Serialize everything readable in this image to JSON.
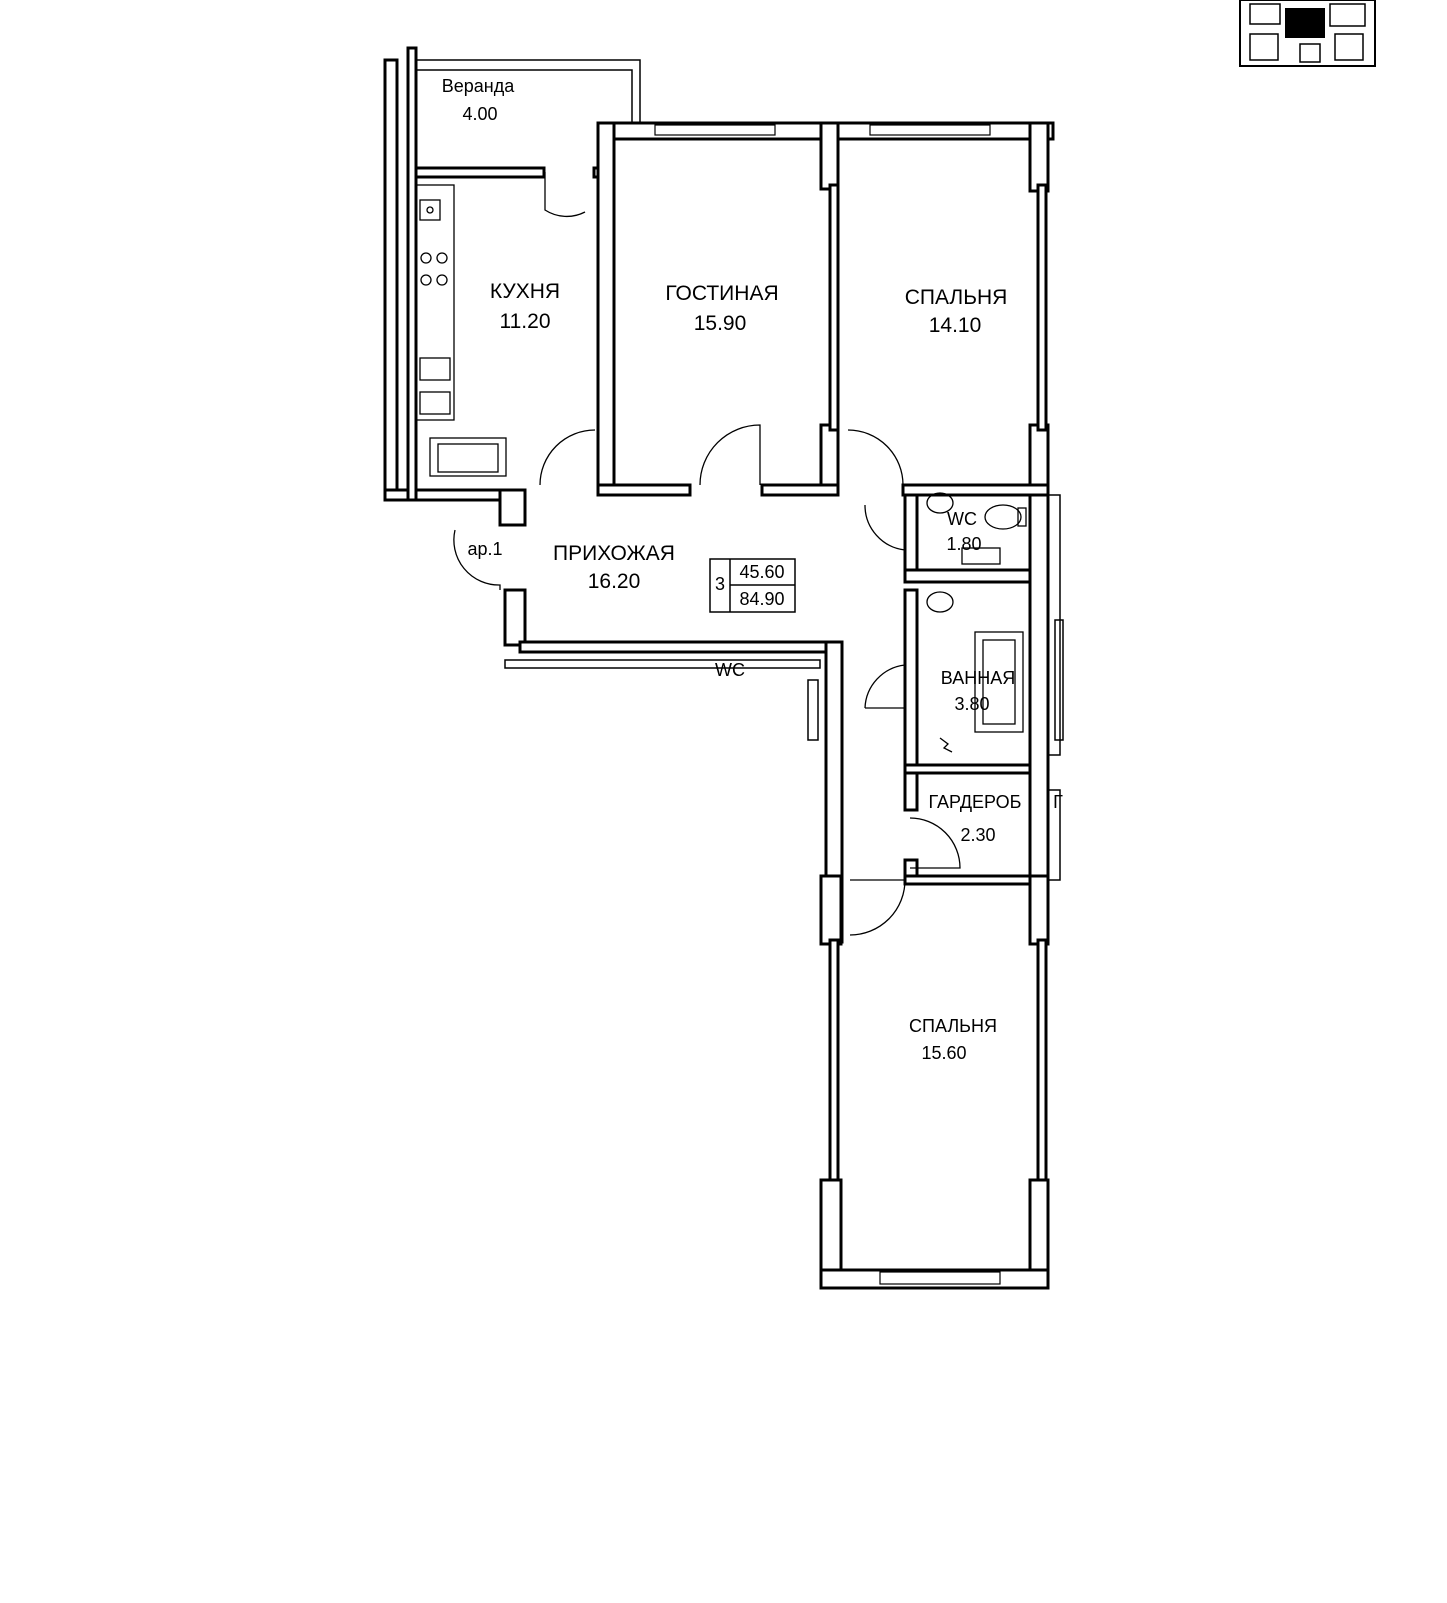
{
  "rooms": {
    "veranda": {
      "name": "Веранда",
      "area": "4.00"
    },
    "kitchen": {
      "name": "КУХНЯ",
      "area": "11.20"
    },
    "living": {
      "name": "ГОСТИНАЯ",
      "area": "15.90"
    },
    "bedroom1": {
      "name": "СПАЛЬНЯ",
      "area": "14.10"
    },
    "hall": {
      "name": "ПРИХОЖАЯ",
      "area": "16.20"
    },
    "wc": {
      "name": "WC",
      "area": "1.80"
    },
    "bath": {
      "name": "ВАННАЯ",
      "area": "3.80"
    },
    "wardrobe": {
      "name": "ГАРДЕРОБ",
      "area": "2.30"
    },
    "bedroom2": {
      "name": "СПАЛЬНЯ",
      "area": "15.60"
    }
  },
  "apartment": {
    "rooms_count": "3",
    "living_area": "45.60",
    "total_area": "84.90",
    "entrance_label": "ар.1"
  },
  "neighbor_wc_label": "WC",
  "neighbor_partial_label": "Г"
}
